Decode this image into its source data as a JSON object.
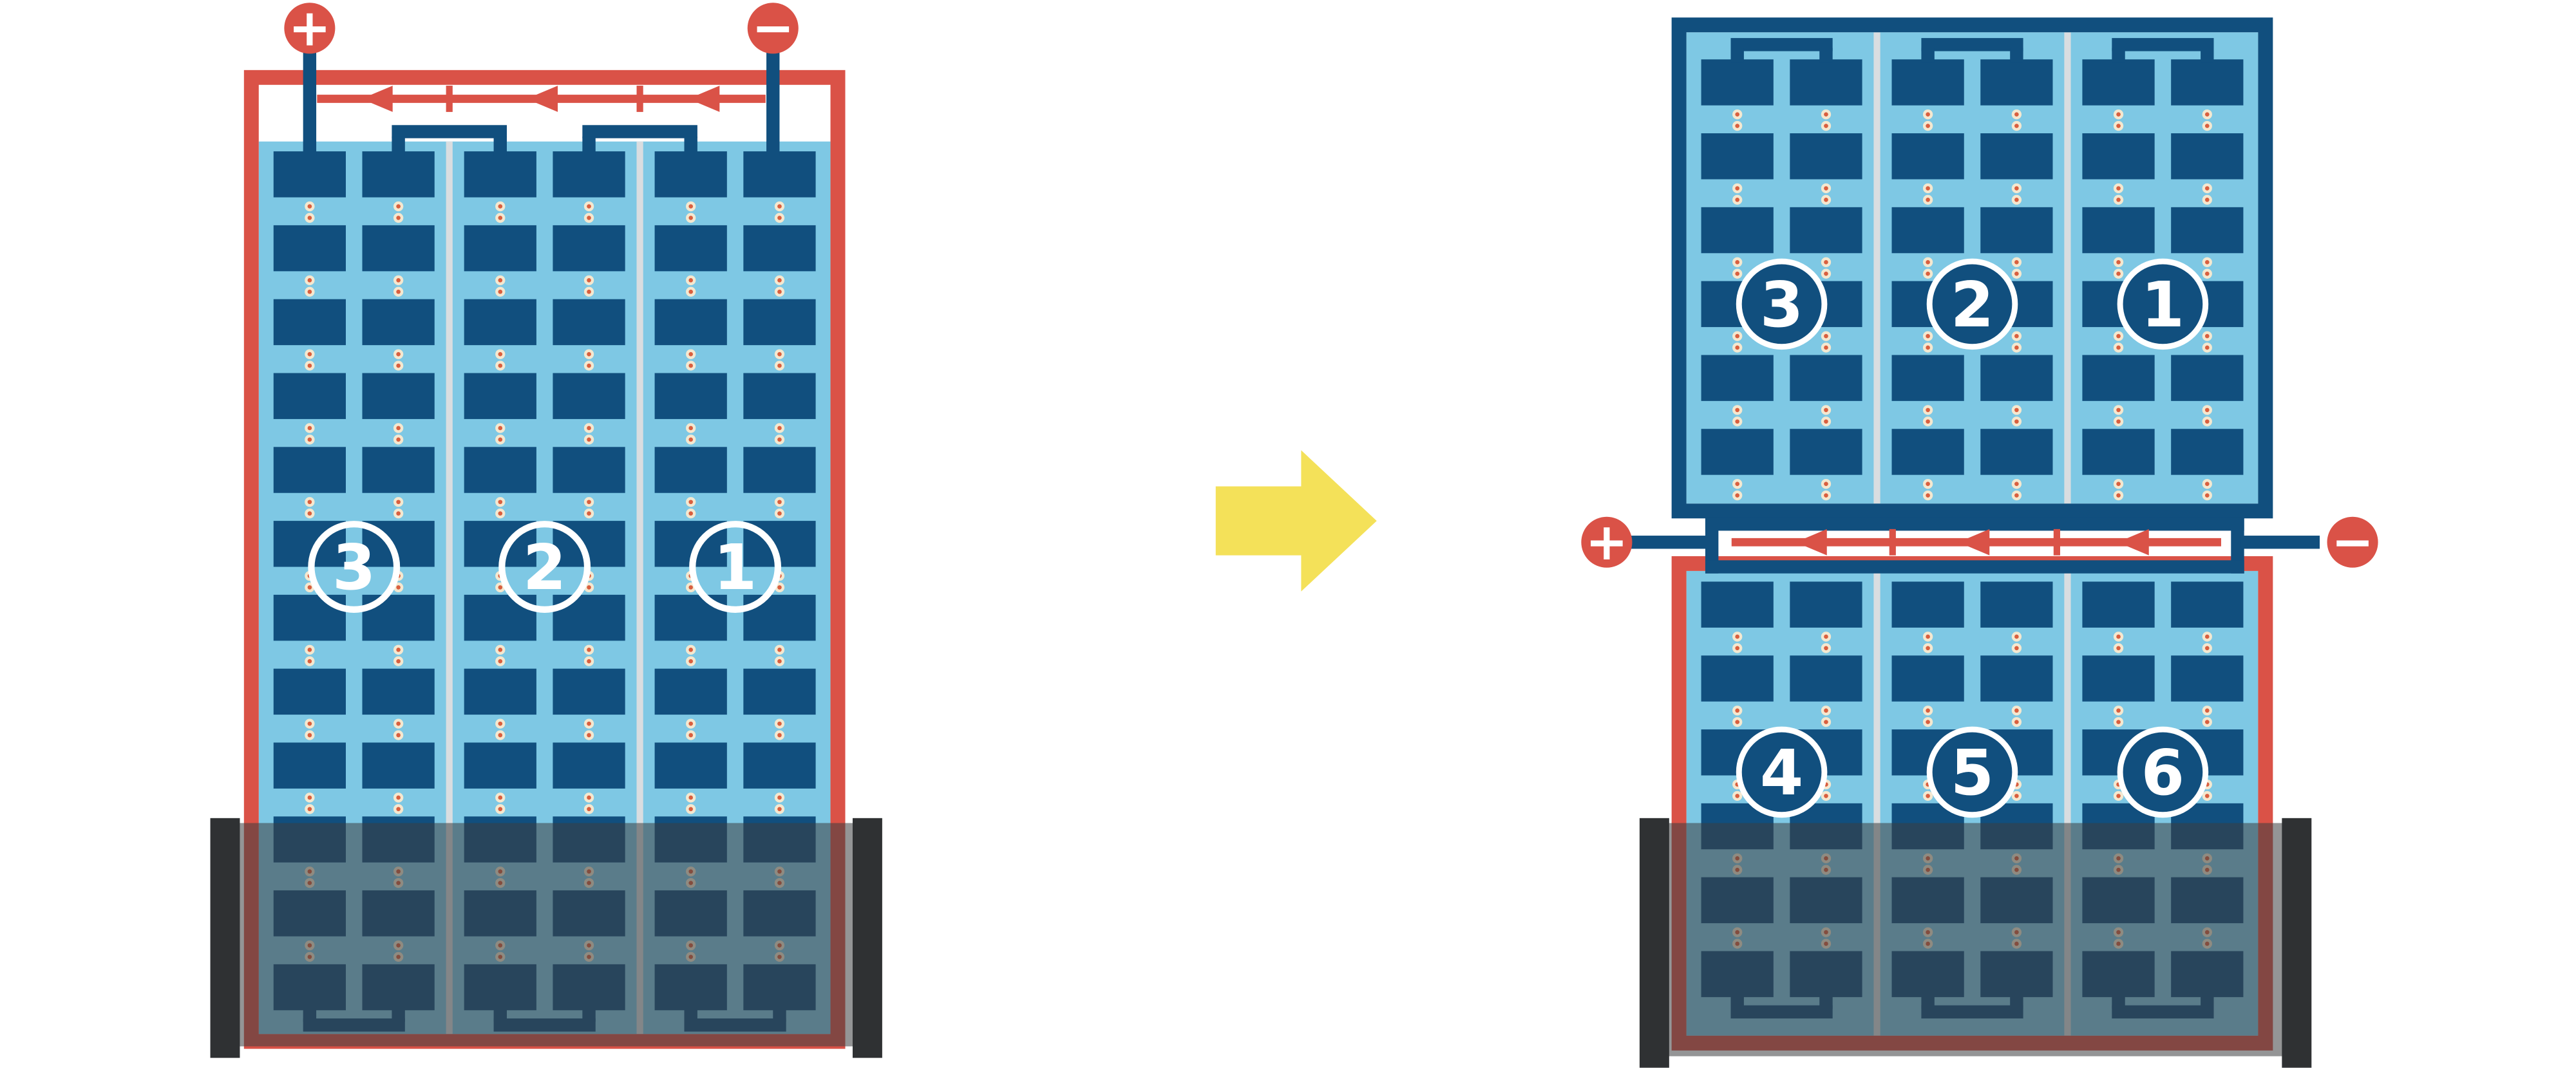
{
  "colors": {
    "red": "#da5247",
    "dark_blue": "#114f7e",
    "light_blue": "#7ec8e4",
    "divider": "#d9dde0",
    "yellow": "#f4e159",
    "overlay": "rgba(60,62,64,0.55)",
    "cap": "#2f3133",
    "dot_outer": "#f4e8d0",
    "dot_inner": "#d95f3f",
    "label_text": "#ffffff",
    "background": "#ffffff"
  },
  "figure": {
    "before": {
      "terminals": {
        "positive": "+",
        "negative": "−"
      },
      "cells": [
        {
          "label": "3"
        },
        {
          "label": "2"
        },
        {
          "label": "1"
        }
      ]
    },
    "transform": {
      "arrow_direction": "right"
    },
    "after": {
      "terminals": {
        "positive": "+",
        "negative": "−"
      },
      "top_panel": {
        "cells": [
          {
            "label": "3"
          },
          {
            "label": "2"
          },
          {
            "label": "1"
          }
        ]
      },
      "bottom_panel": {
        "cells": [
          {
            "label": "4"
          },
          {
            "label": "5"
          },
          {
            "label": "6"
          }
        ]
      }
    }
  }
}
